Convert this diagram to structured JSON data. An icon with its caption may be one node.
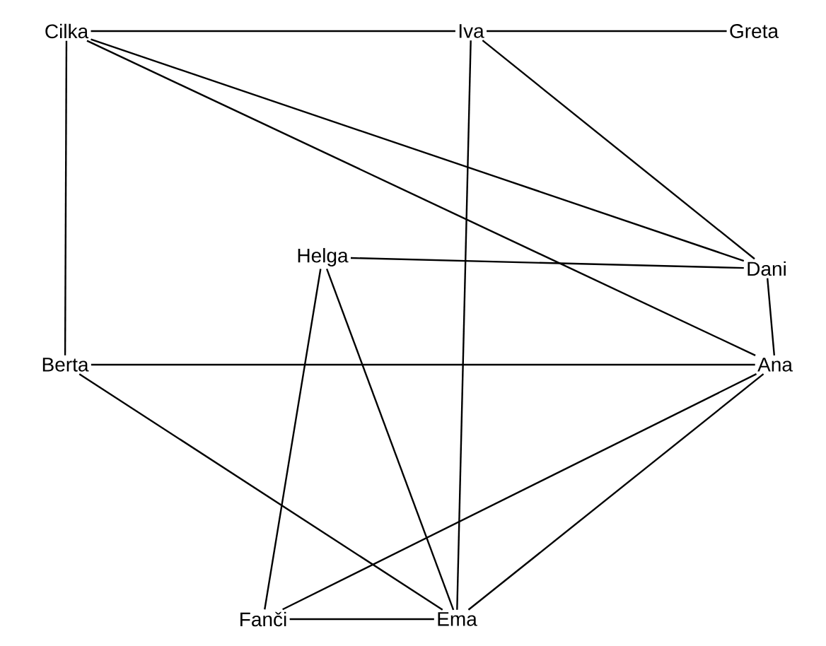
{
  "diagram": {
    "nodes": [
      {
        "text": [
          "Cilka"
        ]
      },
      {
        "text": [
          "Iva"
        ]
      },
      {
        "text": [
          "Greta"
        ]
      },
      {
        "text": [
          "Helga"
        ]
      },
      {
        "text": [
          "Dani"
        ]
      },
      {
        "text": [
          "Berta"
        ]
      },
      {
        "text": [
          "Ana"
        ]
      },
      {
        "text": [
          "Fanči"
        ]
      },
      {
        "text": [
          "Ema"
        ]
      }
    ],
    "edges": [
      {
        "from": 0,
        "to": 1,
        "arrow": "none"
      },
      {
        "from": 1,
        "to": 2,
        "arrow": "none"
      },
      {
        "from": 0,
        "to": 5,
        "arrow": "none"
      },
      {
        "from": 0,
        "to": 4,
        "arrow": "none"
      },
      {
        "from": 0,
        "to": 6,
        "arrow": "none"
      },
      {
        "from": 1,
        "to": 8,
        "arrow": "none"
      },
      {
        "from": 1,
        "to": 4,
        "arrow": "none"
      },
      {
        "from": 3,
        "to": 4,
        "arrow": "none"
      },
      {
        "from": 4,
        "to": 6,
        "arrow": "none"
      },
      {
        "from": 5,
        "to": 6,
        "arrow": "none"
      },
      {
        "from": 5,
        "to": 8,
        "arrow": "none"
      },
      {
        "from": 3,
        "to": 7,
        "arrow": "none"
      },
      {
        "from": 3,
        "to": 8,
        "arrow": "none"
      },
      {
        "from": 6,
        "to": 7,
        "arrow": "none"
      },
      {
        "from": 6,
        "to": 8,
        "arrow": "none"
      },
      {
        "from": 7,
        "to": 8,
        "arrow": "none"
      }
    ]
  }
}
